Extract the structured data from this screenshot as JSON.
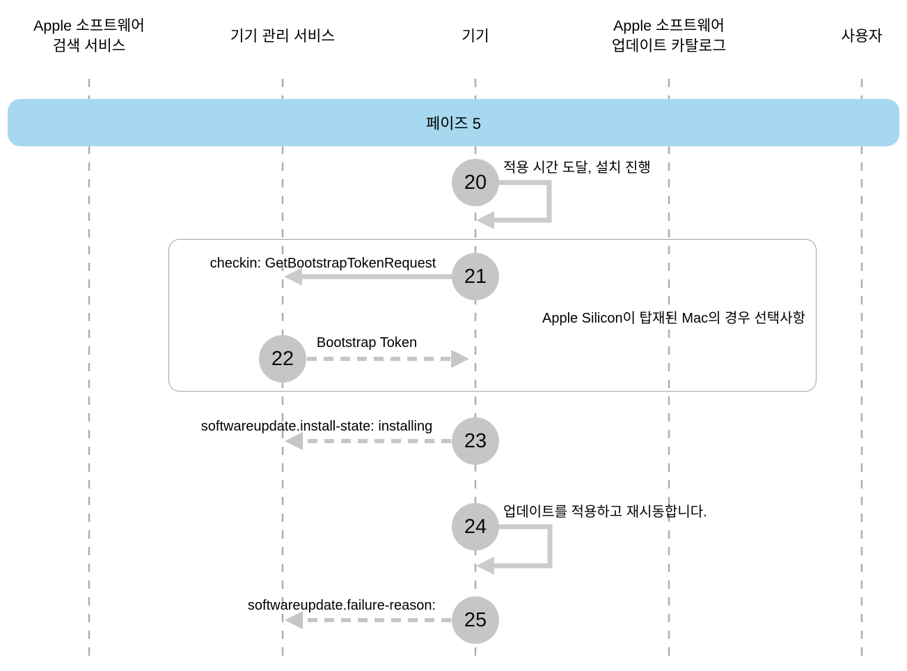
{
  "actors": [
    {
      "line1": "Apple 소프트웨어",
      "line2": "검색 서비스"
    },
    {
      "line1": "기기 관리 서비스",
      "line2": ""
    },
    {
      "line1": "기기",
      "line2": ""
    },
    {
      "line1": "Apple 소프트웨어",
      "line2": "업데이트 카탈로그"
    },
    {
      "line1": "사용자",
      "line2": ""
    }
  ],
  "banner": {
    "label": "페이즈 5"
  },
  "note": {
    "text": "Apple Silicon이 탑재된 Mac의 경우 선택사항"
  },
  "steps": [
    {
      "number": "20",
      "label": "적용 시간 도달, 설치 진행"
    },
    {
      "number": "21",
      "label": "checkin: GetBootstrapTokenRequest"
    },
    {
      "number": "22",
      "label": "Bootstrap Token"
    },
    {
      "number": "23",
      "label": "softwareupdate.install-state: installing"
    },
    {
      "number": "24",
      "label": "업데이트를 적용하고 재시동합니다."
    },
    {
      "number": "25",
      "label": "softwareupdate.failure-reason:"
    }
  ],
  "colors": {
    "banner_bg": "#a6d9ef",
    "circle_fill": "#c5c6c5",
    "arrow_solid": "#cbcbcb",
    "arrow_dashed": "#c6c6c6",
    "lifeline": "#aeaeae",
    "box_border": "#a3a3a3",
    "text": "#000000"
  }
}
